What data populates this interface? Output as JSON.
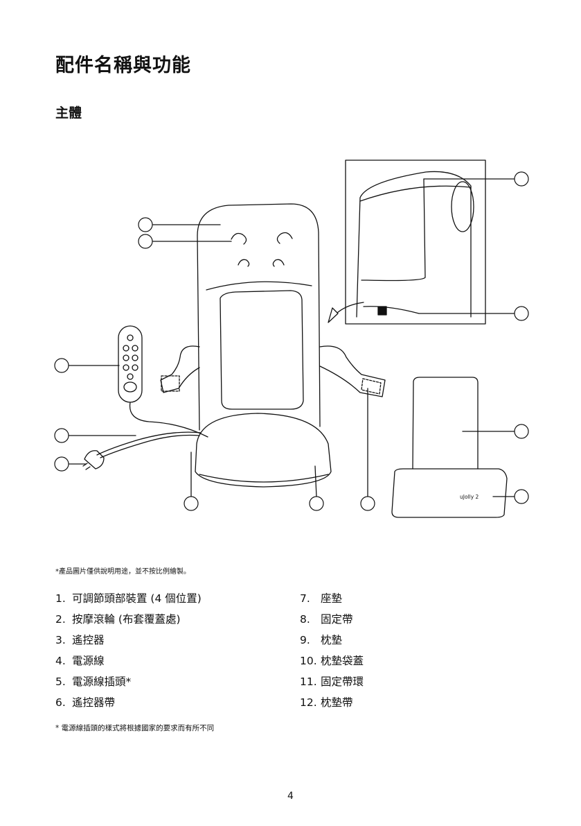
{
  "title": "配件名稱與功能",
  "section": "主體",
  "image_note": "*產品圖片僅供說明用途，並不按比例繪製。",
  "parts_left": [
    {
      "num": "1.",
      "label": "可調節頭部裝置 (4 個位置)"
    },
    {
      "num": "2.",
      "label": "按摩滾輪 (布套覆蓋處)"
    },
    {
      "num": "3.",
      "label": "遙控器"
    },
    {
      "num": "4.",
      "label": "電源線"
    },
    {
      "num": "5.",
      "label": "電源線插頭*"
    },
    {
      "num": "6.",
      "label": "遙控器帶"
    }
  ],
  "parts_right": [
    {
      "num": "7.",
      "label": "座墊"
    },
    {
      "num": "8.",
      "label": "固定帶"
    },
    {
      "num": "9.",
      "label": "枕墊"
    },
    {
      "num": "10.",
      "label": "枕墊袋蓋"
    },
    {
      "num": "11.",
      "label": "固定帶環"
    },
    {
      "num": "12.",
      "label": "枕墊帶"
    }
  ],
  "footnote": "* 電源線插頭的樣式將根據國家的要求而有所不同",
  "pillow_brand": "uJolly 2",
  "page_number": "4"
}
